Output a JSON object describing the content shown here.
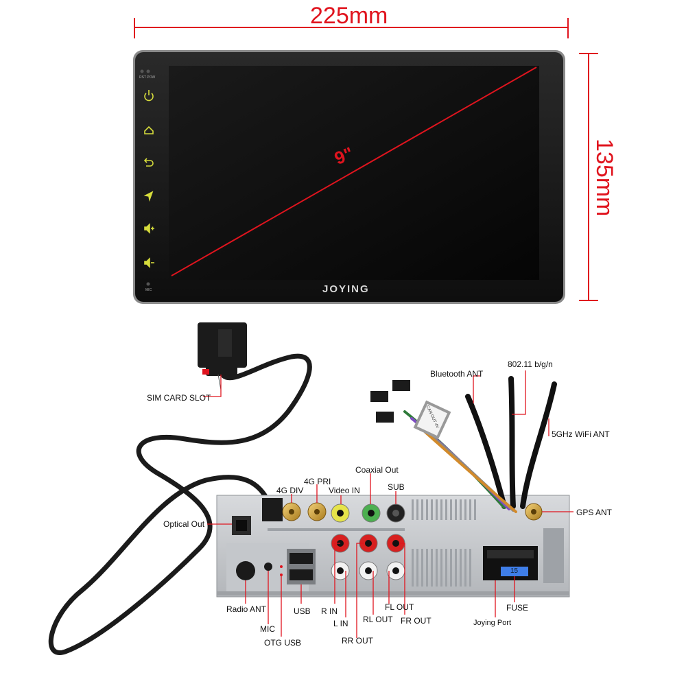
{
  "dimensions": {
    "width": "225mm",
    "height": "135mm",
    "diagonal": "9\""
  },
  "head_unit": {
    "brand": "JOYING",
    "small_labels": {
      "rst_pow": "RST POW",
      "mic": "MIC"
    },
    "side_icons": [
      "power-icon",
      "home-icon",
      "back-icon",
      "navigation-icon",
      "volume-up-icon",
      "volume-down-icon"
    ]
  },
  "callouts": {
    "sim_card_slot": "SIM CARD SLOT",
    "optical_out": "Optical Out",
    "radio_ant": "Radio ANT",
    "mic": "MIC",
    "otg_usb": "OTG USB",
    "usb": "USB",
    "g4_div": "4G DIV",
    "g4_pri": "4G PRI",
    "video_in": "Video IN",
    "coaxial_out": "Coaxial Out",
    "sub": "SUB",
    "r_in": "R IN",
    "l_in": "L IN",
    "rl_out": "RL OUT",
    "rr_out": "RR OUT",
    "fl_out": "FL OUT",
    "fr_out": "FR OUT",
    "bluetooth_ant": "Bluetooth ANT",
    "wifi_24": "802.11 b/g/n",
    "wifi_5": "5GHz WiFi ANT",
    "gps_ant": "GPS ANT",
    "joying_port": "Joying Port",
    "fuse": "FUSE"
  },
  "fuse_value": "15",
  "cable_tag": "CAN OUT 4V",
  "colors": {
    "accent_red": "#e0141e",
    "icon_yellow": "#d6dc3c",
    "panel_silver": "#c9ccd0",
    "fuse_blue": "#3f7ee8"
  }
}
